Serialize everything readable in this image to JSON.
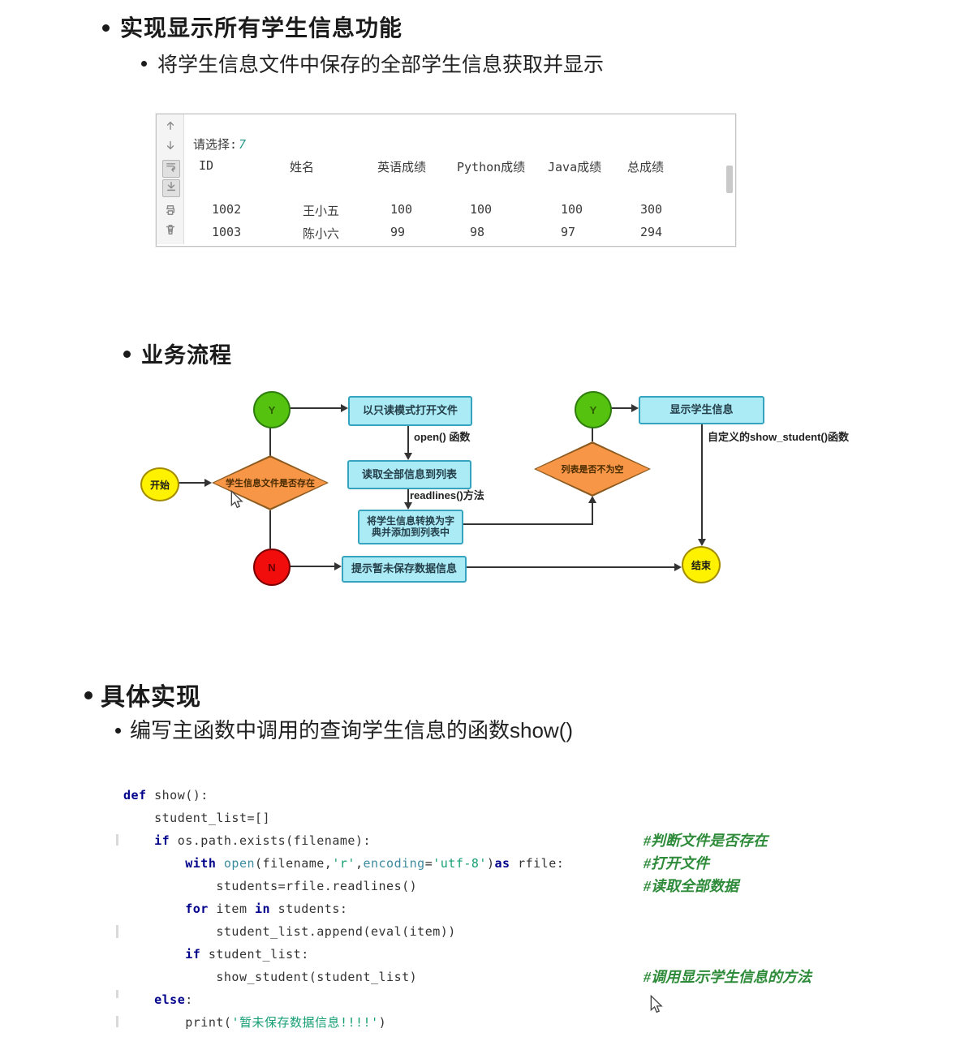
{
  "sections": {
    "s1": {
      "title": "实现显示所有学生信息功能",
      "subtitle": "将学生信息文件中保存的全部学生信息获取并显示"
    },
    "s2": {
      "title": "业务流程"
    },
    "s3": {
      "title": "具体实现",
      "subtitle": "编写主函数中调用的查询学生信息的函数show()"
    }
  },
  "console": {
    "toolbar_icons": [
      "scroll-up-icon",
      "scroll-down-icon",
      "soft-wrap-icon",
      "scroll-to-end-icon",
      "print-icon",
      "delete-icon"
    ],
    "prompt_label": "请选择:",
    "prompt_value": "7",
    "table": {
      "columns": [
        "ID",
        "姓名",
        "英语成绩",
        "Python成绩",
        "Java成绩",
        "总成绩"
      ],
      "rows": [
        [
          "1002",
          "王小五",
          "100",
          "100",
          "100",
          "300"
        ],
        [
          "1003",
          "陈小六",
          "99",
          "98",
          "97",
          "294"
        ]
      ]
    }
  },
  "flowchart": {
    "nodes": {
      "start": "开始",
      "end": "结束",
      "yes1": "Y",
      "yes2": "Y",
      "no": "N",
      "decision1": "学生信息文件是否存在",
      "decision2": "列表是否不为空",
      "box_open": "以只读模式打开文件",
      "box_read": "读取全部信息到列表",
      "box_convert_line1": "将学生信息转换为字",
      "box_convert_line2": "典并添加到列表中",
      "box_prompt": "提示暂未保存数据信息",
      "box_show": "显示学生信息"
    },
    "labels": {
      "open_fn": "open() 函数",
      "readlines_fn": "readlines()方法",
      "show_fn": "自定义的show_student()函数"
    },
    "colors": {
      "green": "#54c20e",
      "yellow": "#fff200",
      "orange": "#f79646",
      "red": "#f20d0d",
      "cyan": "#abebf5",
      "cyan_border": "#36a3bf"
    }
  },
  "code": {
    "lines": [
      [
        [
          "kw",
          "def"
        ],
        [
          "pl",
          " show():"
        ]
      ],
      [
        [
          "pl",
          "    student_list=[]"
        ]
      ],
      [
        [
          "pl",
          "    "
        ],
        [
          "kw",
          "if"
        ],
        [
          "pl",
          " os.path.exists(filename):"
        ]
      ],
      [
        [
          "pl",
          "        "
        ],
        [
          "kw",
          "with"
        ],
        [
          "pl",
          " "
        ],
        [
          "fn",
          "open"
        ],
        [
          "pl",
          "(filename,"
        ],
        [
          "str",
          "'r'"
        ],
        [
          "pl",
          ","
        ],
        [
          "fn",
          "encoding"
        ],
        [
          "pl",
          "="
        ],
        [
          "str",
          "'utf-8'"
        ],
        [
          "pl",
          ")"
        ],
        [
          "kw",
          "as"
        ],
        [
          "pl",
          " rfile:"
        ]
      ],
      [
        [
          "pl",
          "            students=rfile.readlines()"
        ]
      ],
      [
        [
          "pl",
          "        "
        ],
        [
          "kw",
          "for"
        ],
        [
          "pl",
          " item "
        ],
        [
          "kw",
          "in"
        ],
        [
          "pl",
          " students:"
        ]
      ],
      [
        [
          "pl",
          "            student_list.append(eval(item))"
        ]
      ],
      [
        [
          "pl",
          "        "
        ],
        [
          "kw",
          "if"
        ],
        [
          "pl",
          " student_list:"
        ]
      ],
      [
        [
          "pl",
          "            show_student(student_list)"
        ]
      ],
      [
        [
          "pl",
          "    "
        ],
        [
          "kw",
          "else"
        ],
        [
          "pl",
          ":"
        ]
      ],
      [
        [
          "pl",
          "        print("
        ],
        [
          "str",
          "'暂未保存数据信息!!!!'"
        ],
        [
          "pl",
          ")"
        ]
      ]
    ],
    "comments": [
      "#判断文件是否存在",
      "#打开文件",
      "#读取全部数据",
      "#调用显示学生信息的方法"
    ]
  }
}
